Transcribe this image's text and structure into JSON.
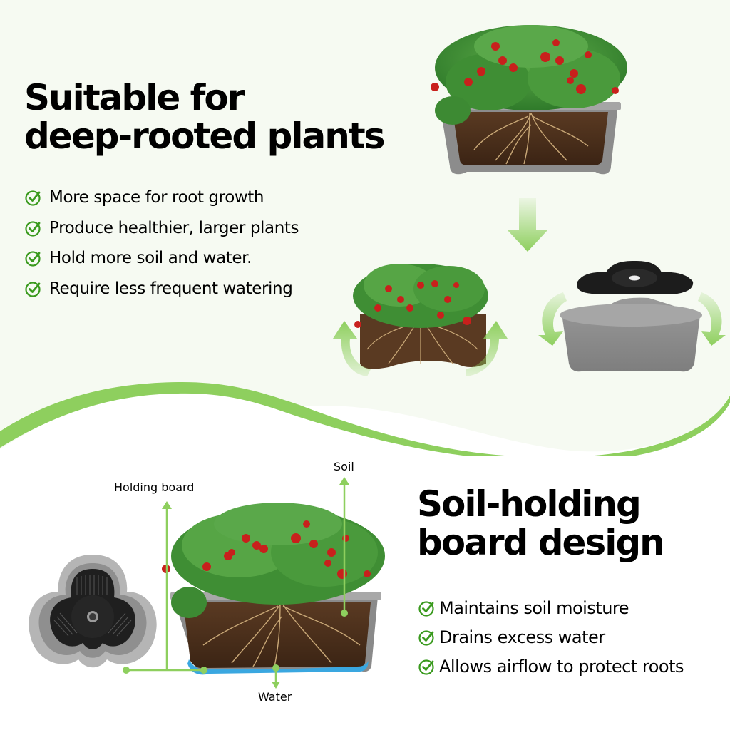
{
  "section_top": {
    "headline_line1": "Suitable for",
    "headline_line2": "deep-rooted plants",
    "bullets": [
      "More space for root growth",
      "Produce healthier, larger plants",
      "Hold more soil and water.",
      "Require less frequent watering"
    ],
    "images": {
      "planter_with_strawberries": "strawberry-planter-cross-section",
      "root_ball": "strawberry-root-ball",
      "planter_parts": "planter-and-soil-holding-board"
    }
  },
  "section_bottom": {
    "headline_line1": "Soil-holding",
    "headline_line2": "board design",
    "bullets": [
      "Maintains soil moisture",
      "Drains excess water",
      "Allows airflow to protect roots"
    ],
    "callouts": {
      "holding_board": "Holding board",
      "soil": "Soil",
      "water": "Water"
    }
  },
  "colors": {
    "accent_green": "#8ecf5e",
    "check_green": "#3a9a1e",
    "top_background": "#f6faf2",
    "water_blue": "#3aa7e0",
    "pot_gray": "#8f8f8f"
  },
  "icons": {
    "bullet": "check-circle-icon",
    "arrow": "curved-arrow-icon"
  }
}
